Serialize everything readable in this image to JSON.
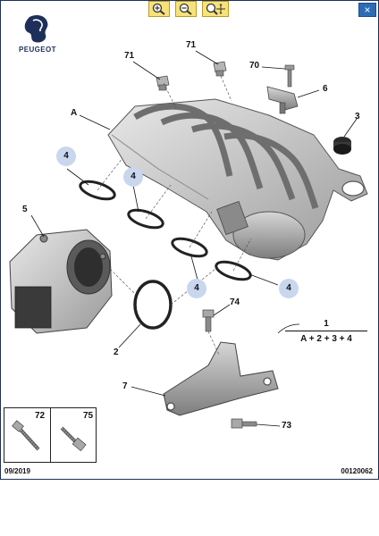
{
  "brand": {
    "name": "PEUGEOT"
  },
  "toolbar": {
    "zoom_in_icon": "zoom-in-icon",
    "zoom_out_icon": "zoom-out-icon",
    "zoom_fit_icon": "zoom-fit-icon",
    "close_label": "×"
  },
  "callouts": {
    "c71a": "71",
    "c71b": "71",
    "c70": "70",
    "c6": "6",
    "cA": "A",
    "c3": "3",
    "c5": "5",
    "c2": "2",
    "c74": "74",
    "c7": "7",
    "c73": "73"
  },
  "badges": {
    "b1": "4",
    "b2": "4",
    "b3": "4",
    "b4": "4"
  },
  "formula": {
    "number": "1",
    "expression": "A + 2 + 3 + 4"
  },
  "inset": {
    "left_label": "72",
    "right_label": "75"
  },
  "footer": {
    "date": "09/2019",
    "reference": "00120062"
  },
  "colors": {
    "badge": "#c8d7ee",
    "toolbar_button": "#f7e27a",
    "close_button": "#2b6cb5",
    "brand": "#1e2f5a"
  }
}
